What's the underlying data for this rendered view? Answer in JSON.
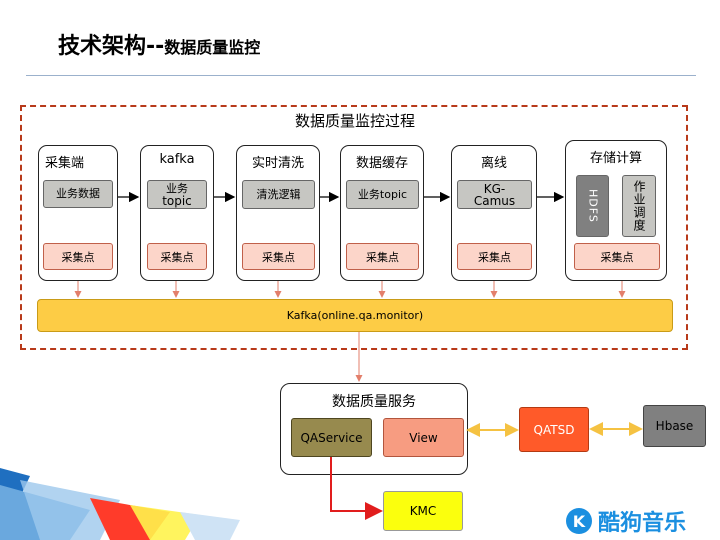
{
  "header": {
    "title_main": "技术架构--",
    "title_sub": "数据质量监控"
  },
  "frame": {
    "title": "数据质量监控过程"
  },
  "stages": {
    "s1": {
      "label": "采集端",
      "inner": "业务数据",
      "point": "采集点"
    },
    "s2": {
      "label": "kafka",
      "inner_line1": "业务",
      "inner_line2": "topic",
      "point": "采集点"
    },
    "s3": {
      "label": "实时清洗",
      "inner": "清洗逻辑",
      "point": "采集点"
    },
    "s4": {
      "label": "数据缓存",
      "inner": "业务topic",
      "point": "采集点"
    },
    "s5": {
      "label": "离线",
      "inner_line1": "KG-",
      "inner_line2": "Camus",
      "point": "采集点"
    },
    "s6": {
      "label": "存储计算",
      "hdfs": "HDFS",
      "job": "作业调度",
      "point": "采集点"
    }
  },
  "kafka_bar": {
    "label": "Kafka(online.qa.monitor)"
  },
  "service": {
    "title": "数据质量服务",
    "qaservice": "QAService",
    "view": "View"
  },
  "qatsd": "QATSD",
  "hbase": "Hbase",
  "kmc": "KMC",
  "brand": {
    "icon": "K",
    "name": "酷狗音乐"
  },
  "colors": {
    "kafka_bar": "#fdcc45",
    "collection_point": "#fcd5c9",
    "qaservice": "#978a4e",
    "view": "#f79c81",
    "qatsd": "#ff5a29",
    "kmc": "#fbff0d",
    "red_arrow": "#e11d1d",
    "gold_arrow": "#f5c242"
  }
}
